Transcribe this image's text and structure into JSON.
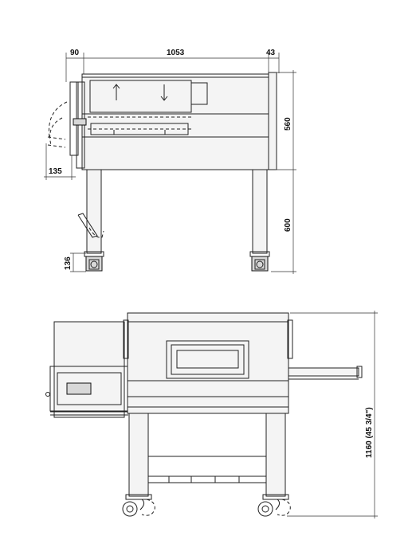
{
  "dimensions": {
    "front_left": "90",
    "front_width": "1053",
    "front_right": "43",
    "front_body_height": "560",
    "front_leg_height": "600",
    "front_handle_offset": "135",
    "front_caster": "136",
    "side_total_height": "1160 (45 3/4\")"
  },
  "colors": {
    "line": "#222222",
    "fill": "#f4f4f4"
  }
}
